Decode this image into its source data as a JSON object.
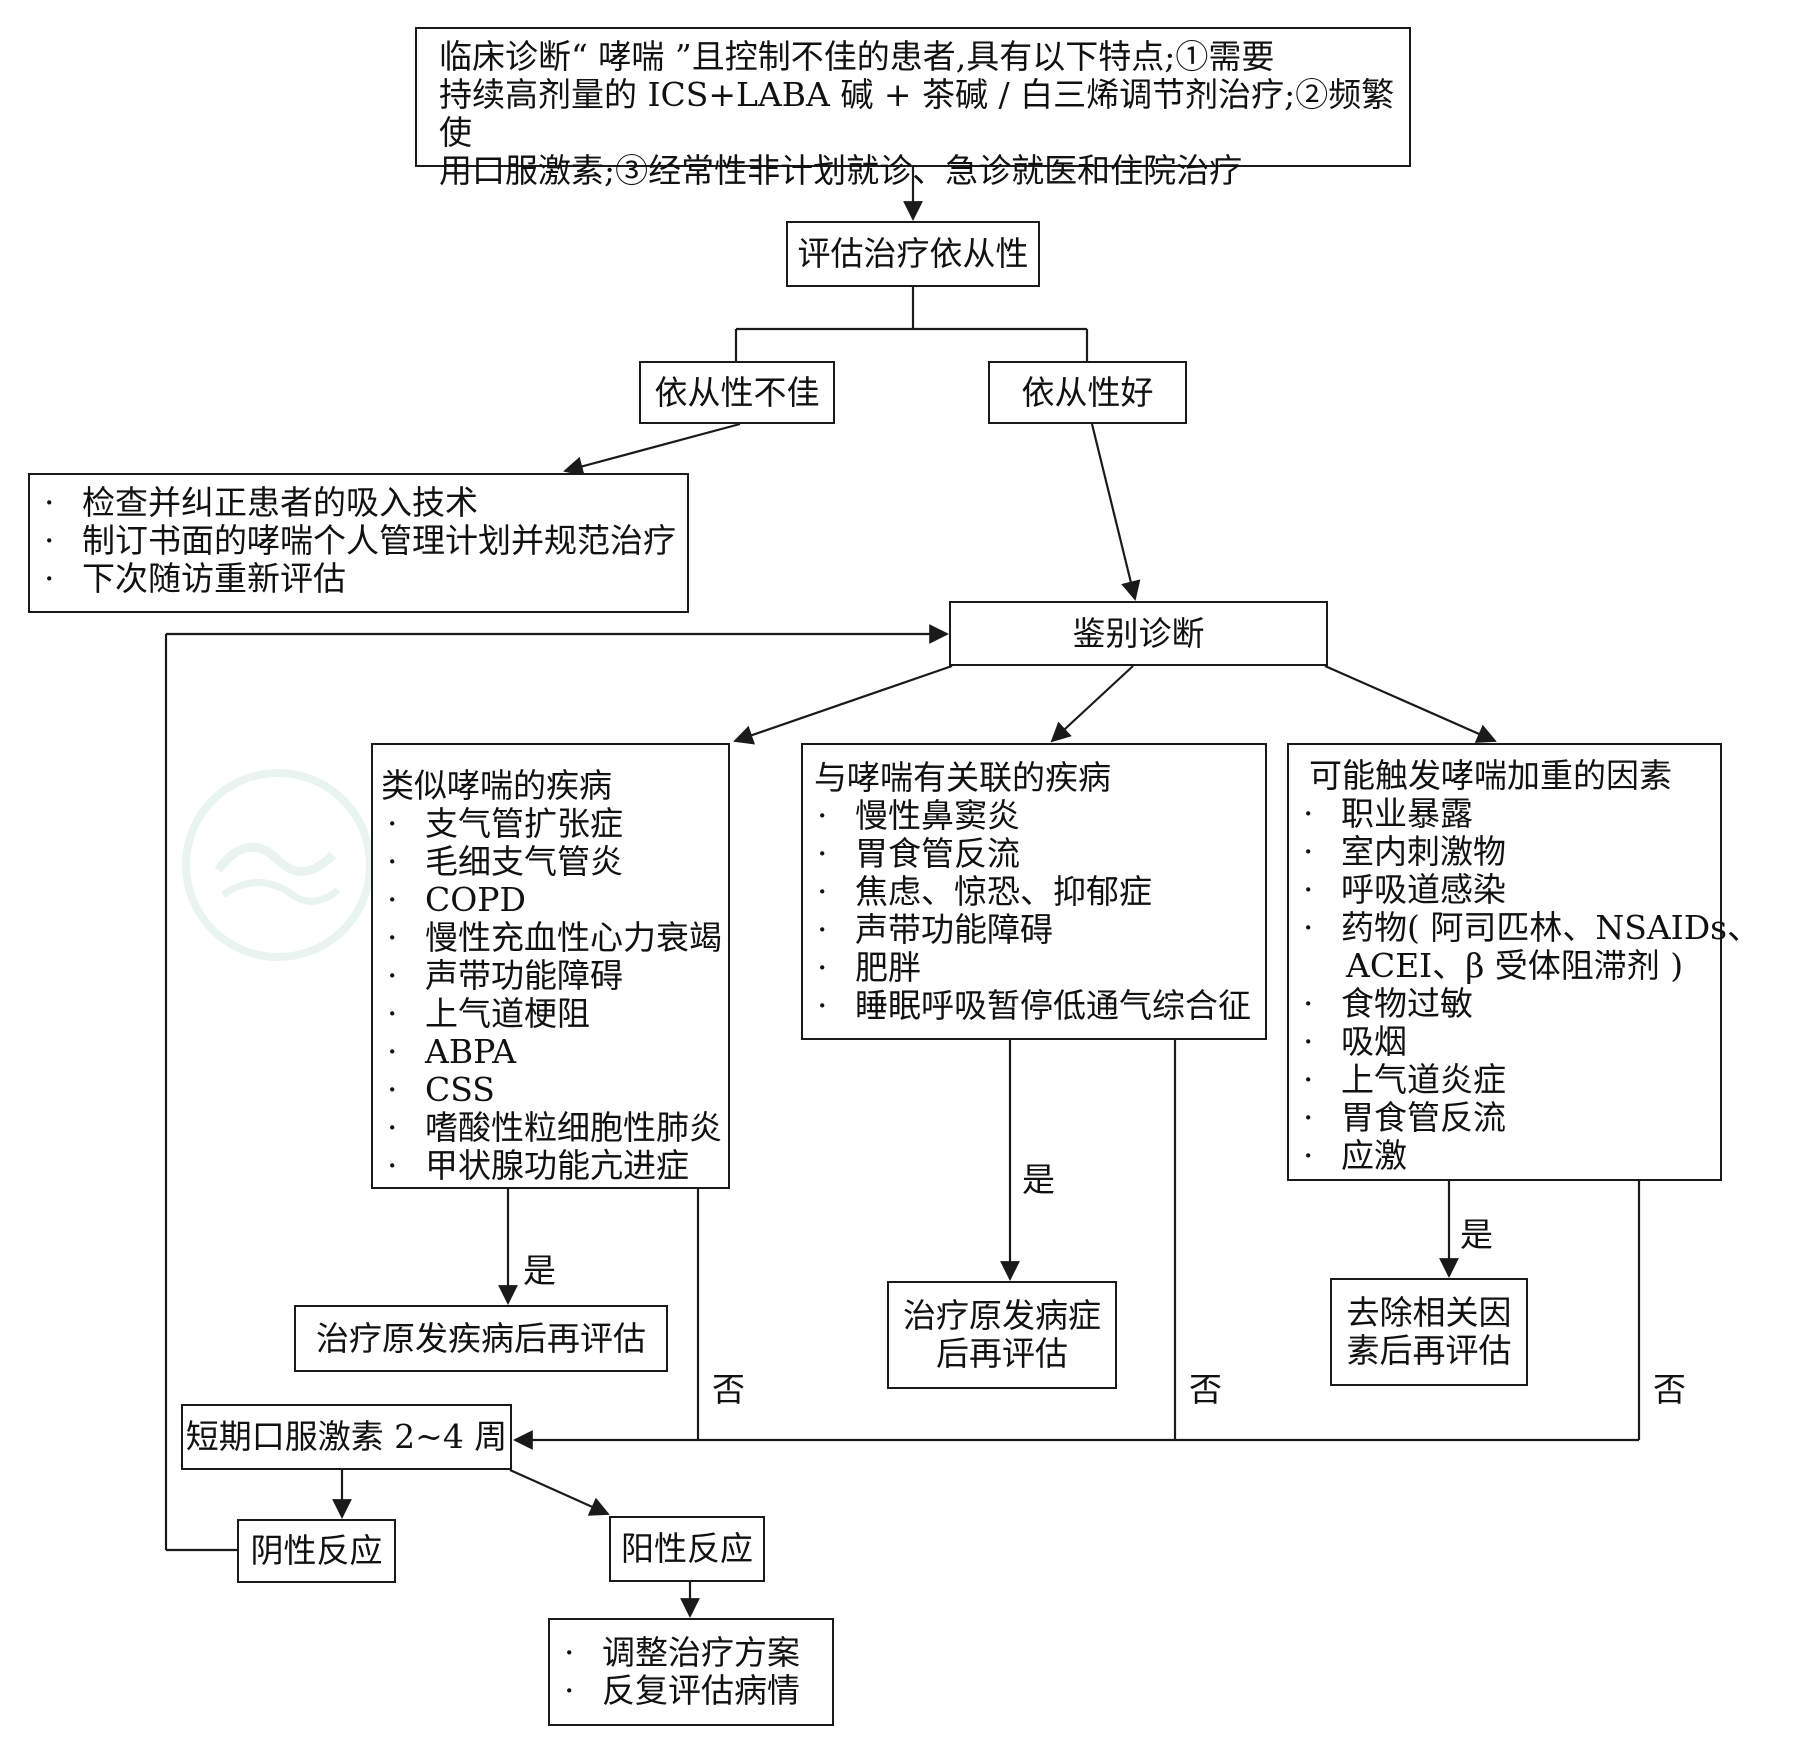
{
  "top_box": {
    "lines": [
      "临床诊断“ 哮喘 ”且控制不佳的患者,具有以下特点;①需要",
      "持续高剂量的 ICS+LABA 碱 + 茶碱 / 白三烯调节剂治疗;②频繁使",
      "用口服激素;③经常性非计划就诊、急诊就医和住院治疗"
    ]
  },
  "assess": "评估治疗依从性",
  "poor_adherence": "依从性不佳",
  "good_adherence": "依从性好",
  "poor_actions": [
    "检查并纠正患者的吸入技术",
    "制订书面的哮喘个人管理计划并规范治疗",
    "下次随访重新评估"
  ],
  "diff_dx": "鉴别诊断",
  "col1": {
    "title": "类似哮喘的疾病",
    "items": [
      "支气管扩张症",
      "毛细支气管炎",
      "COPD",
      "慢性充血性心力衰竭",
      "声带功能障碍",
      "上气道梗阻",
      "ABPA",
      "CSS",
      "嗜酸性粒细胞性肺炎",
      "甲状腺功能亢进症"
    ],
    "yes": "是",
    "no": "否",
    "result": "治疗原发疾病后再评估"
  },
  "col2": {
    "title": "与哮喘有关联的疾病",
    "items": [
      "慢性鼻窦炎",
      "胃食管反流",
      "焦虑、惊恐、抑郁症",
      "声带功能障碍",
      "肥胖",
      "睡眠呼吸暂停低通气综合征"
    ],
    "yes": "是",
    "no": "否",
    "result": [
      "治疗原发病症",
      "后再评估"
    ]
  },
  "col3": {
    "title": "可能触发哮喘加重的因素",
    "items": [
      "职业暴露",
      "室内刺激物",
      "呼吸道感染",
      "药物( 阿司匹林、NSAIDs、"
    ],
    "items_cont": "ACEI、β 受体阻滞剂 )",
    "items2": [
      "食物过敏",
      "吸烟",
      "上气道炎症",
      "胃食管反流",
      "应激"
    ],
    "yes": "是",
    "no": "否",
    "result": [
      "去除相关因",
      "素后再评估"
    ]
  },
  "steroid": "短期口服激素 2~4 周",
  "negative": "阴性反应",
  "positive": "阳性反应",
  "final_actions": [
    "调整治疗方案",
    "反复评估病情"
  ],
  "colors": {
    "line": "#1a1a1a",
    "watermark": "#9fcfc0"
  }
}
